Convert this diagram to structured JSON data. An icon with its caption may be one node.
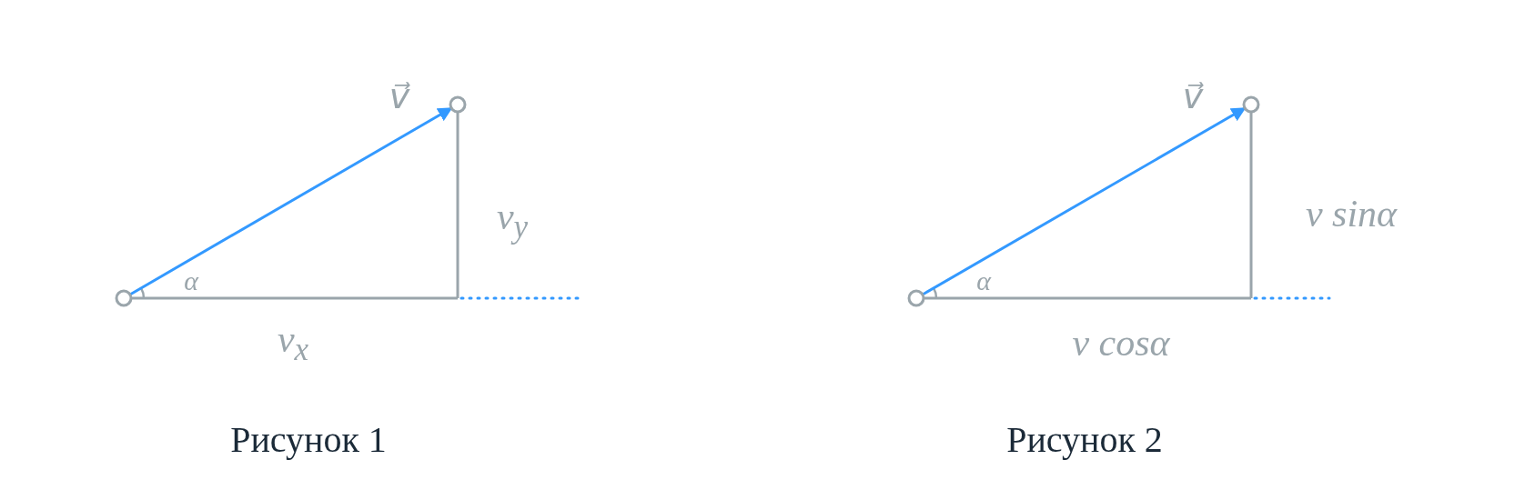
{
  "diagram": {
    "nodes": [
      {
        "text": [],
        "shape": "circle"
      },
      {
        "text": [],
        "shape": "circle"
      },
      {
        "text": [],
        "shape": "circle"
      },
      {
        "text": [],
        "shape": "circle"
      }
    ],
    "edges": [
      {
        "from": 0,
        "to": 1,
        "arrow": "to"
      },
      {
        "from": 2,
        "to": 3,
        "arrow": "to"
      }
    ],
    "labels": [
      "v⃗",
      "v⃗",
      "v$_{y}$",
      "v sinα",
      "α",
      "α",
      "v$_{x}$",
      "v cosα",
      "Рисунок 1",
      "Рисунок 2"
    ]
  }
}
